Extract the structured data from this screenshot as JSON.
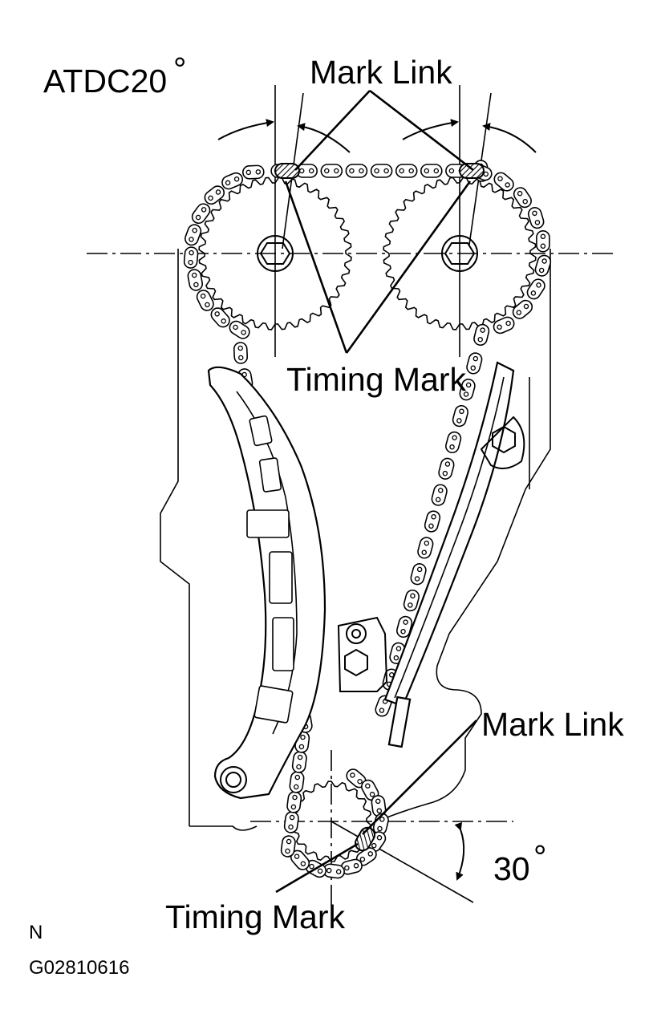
{
  "figure": {
    "angle_label": "ATDC20",
    "angle_degree_sign": "°",
    "top_mark_link_label": "Mark Link",
    "timing_mark_top_label": "Timing Mark",
    "right_mark_link_label": "Mark Link",
    "crank_angle_label": "30",
    "crank_degree_sign": "°",
    "timing_mark_bottom_label": "Timing Mark",
    "view_code": "N",
    "figure_id": "G02810616"
  }
}
